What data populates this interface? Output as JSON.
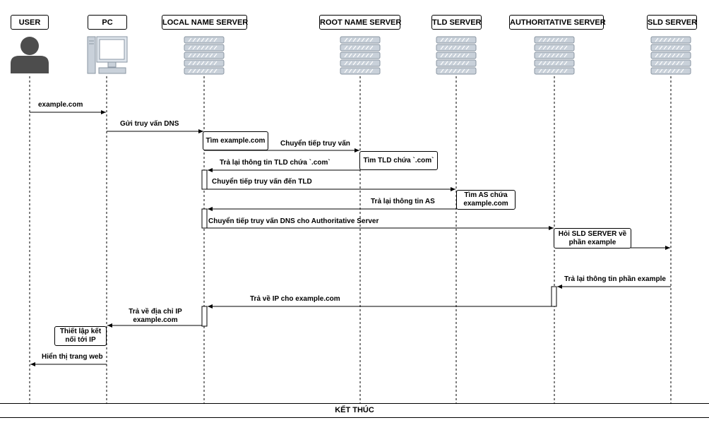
{
  "participants": {
    "user": "USER",
    "pc": "PC",
    "local": "LOCAL NAME SERVER",
    "root": "ROOT NAME SERVER",
    "tld": "TLD SERVER",
    "auth": "AUTHORITATIVE SERVER",
    "sld": "SLD SERVER"
  },
  "messages": {
    "m1": "example.com",
    "m2": "Gửi truy vấn DNS",
    "m3": "Chuyển tiếp truy vấn",
    "m4": "Trả lại thông tin TLD chứa `.com`",
    "m5": "Chuyển tiếp truy vấn đến TLD",
    "m6": "Trả lại thông tin AS",
    "m7": "Chuyển tiếp truy vấn DNS cho Authoritative Server",
    "m8": "Trả lại thông tin phần example",
    "m9": "Trả về IP cho example.com",
    "m10a": "Trả về địa chỉ IP",
    "m10b": "example.com",
    "m11": "Hiển thị trang web"
  },
  "notes": {
    "n1": "Tìm example.com",
    "n2": "Tìm TLD chứa `.com`",
    "n3a": "Tìm AS chứa",
    "n3b": "example.com",
    "n4a": "Hỏi SLD SERVER về",
    "n4b": "phần example",
    "n5a": "Thiết lập kết",
    "n5b": "nối tới IP"
  },
  "footer": "KẾT THÚC"
}
